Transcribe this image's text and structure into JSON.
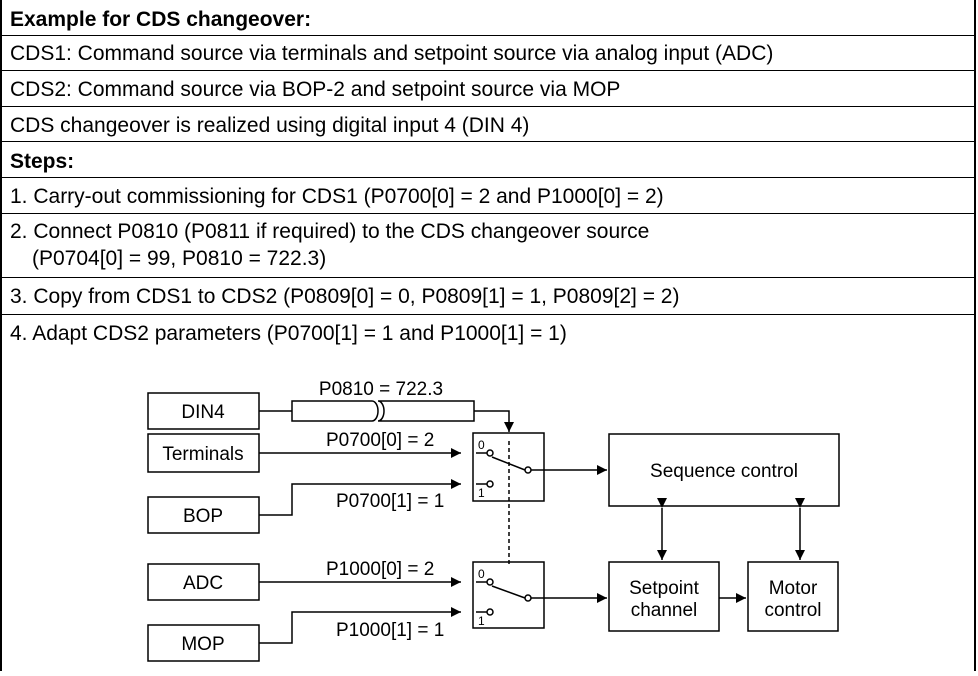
{
  "header": {
    "title": "Example for CDS changeover:"
  },
  "description": [
    "CDS1: Command source via terminals and setpoint source via analog input (ADC)",
    "CDS2: Command source via BOP-2 and setpoint source via MOP",
    "CDS changeover is realized using digital input 4 (DIN 4)"
  ],
  "steps_heading": "Steps:",
  "steps": [
    {
      "text": "1. Carry-out commissioning for CDS1 (P0700[0] = 2 and P1000[0] = 2)"
    },
    {
      "text": "2. Connect P0810 (P0811 if required) to the CDS changeover source",
      "text2": "(P0704[0] = 99, P0810 = 722.3)"
    },
    {
      "text": "3. Copy from CDS1 to CDS2 (P0809[0] = 0, P0809[1] = 1, P0809[2] = 2)"
    },
    {
      "text": "4. Adapt CDS2 parameters (P0700[1] = 1 and P1000[1] = 1)"
    }
  ],
  "diagram": {
    "inputs": {
      "din4": "DIN4",
      "terminals": "Terminals",
      "bop": "BOP",
      "adc": "ADC",
      "mop": "MOP"
    },
    "params": {
      "p0810": "P0810 = 722.3",
      "p0700_0": "P0700[0] = 2",
      "p0700_1": "P0700[1] = 1",
      "p1000_0": "P1000[0] = 2",
      "p1000_1": "P1000[1] = 1"
    },
    "switch_labels": {
      "pos0": "0",
      "pos1": "1"
    },
    "blocks": {
      "sequence_control": "Sequence control",
      "setpoint_channel_1": "Setpoint",
      "setpoint_channel_2": "channel",
      "motor_control_1": "Motor",
      "motor_control_2": "control"
    }
  }
}
